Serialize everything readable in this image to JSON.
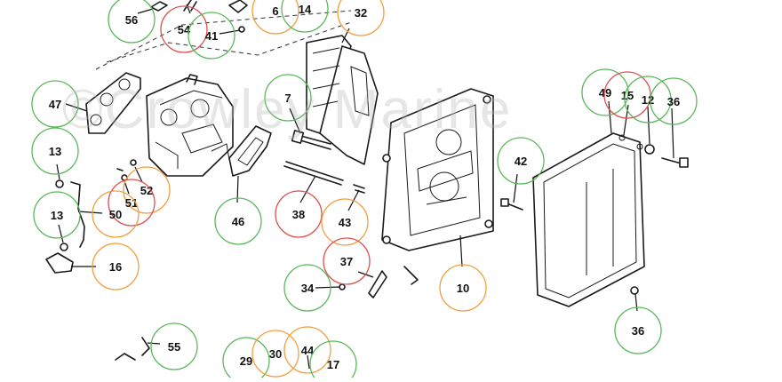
{
  "watermark": "©Crowley Marine",
  "colors": {
    "ring_green": "#5cb85c",
    "ring_orange": "#f0a040",
    "ring_red": "#e05050"
  },
  "callouts": [
    {
      "id": "c56",
      "label": "56",
      "ring": "green"
    },
    {
      "id": "c54",
      "label": "54",
      "ring": "red"
    },
    {
      "id": "c41",
      "label": "41",
      "ring": "green"
    },
    {
      "id": "c6",
      "label": "6",
      "ring": "orange"
    },
    {
      "id": "c14",
      "label": "14",
      "ring": "green"
    },
    {
      "id": "c32",
      "label": "32",
      "ring": "orange"
    },
    {
      "id": "c47",
      "label": "47",
      "ring": "green"
    },
    {
      "id": "c7",
      "label": "7",
      "ring": "green"
    },
    {
      "id": "c13a",
      "label": "13",
      "ring": "green"
    },
    {
      "id": "c52",
      "label": "52",
      "ring": "orange"
    },
    {
      "id": "c51",
      "label": "51",
      "ring": "red"
    },
    {
      "id": "c50",
      "label": "50",
      "ring": "orange"
    },
    {
      "id": "c13b",
      "label": "13",
      "ring": "green"
    },
    {
      "id": "c46",
      "label": "46",
      "ring": "green"
    },
    {
      "id": "c38",
      "label": "38",
      "ring": "red"
    },
    {
      "id": "c43",
      "label": "43",
      "ring": "orange"
    },
    {
      "id": "c16",
      "label": "16",
      "ring": "orange"
    },
    {
      "id": "c37",
      "label": "37",
      "ring": "red"
    },
    {
      "id": "c34",
      "label": "34",
      "ring": "green"
    },
    {
      "id": "c10",
      "label": "10",
      "ring": "orange"
    },
    {
      "id": "c42",
      "label": "42",
      "ring": "green"
    },
    {
      "id": "c49",
      "label": "49",
      "ring": "green"
    },
    {
      "id": "c15",
      "label": "15",
      "ring": "red"
    },
    {
      "id": "c12",
      "label": "12",
      "ring": "green"
    },
    {
      "id": "c36a",
      "label": "36",
      "ring": "green"
    },
    {
      "id": "c36b",
      "label": "36",
      "ring": "green"
    },
    {
      "id": "c55",
      "label": "55",
      "ring": "green"
    },
    {
      "id": "c29",
      "label": "29",
      "ring": "green"
    },
    {
      "id": "c30",
      "label": "30",
      "ring": "orange"
    },
    {
      "id": "c44",
      "label": "44",
      "ring": "orange"
    },
    {
      "id": "c17",
      "label": "17",
      "ring": "green"
    }
  ]
}
